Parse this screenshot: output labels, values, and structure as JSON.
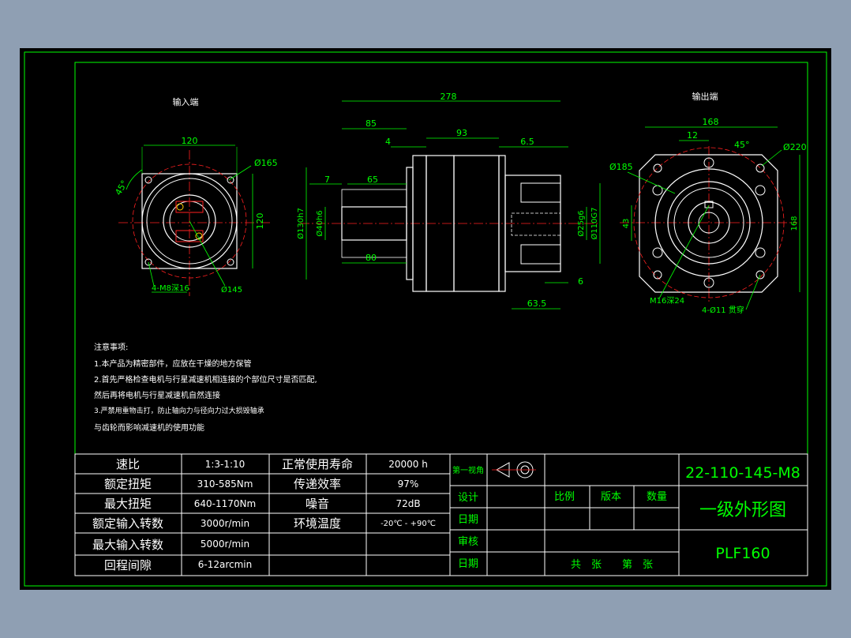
{
  "colors": {
    "background": "#8f9fb3",
    "sheet": "#000000",
    "frame": "#00ff00",
    "geometry": "#ffffff",
    "dimensions": "#00ff00",
    "centerlines": "#ff2020",
    "table_text": "#ffffff",
    "titleblock_text": "#00ff00"
  },
  "views": {
    "input_label": "输入端",
    "output_label": "输出端",
    "input": {
      "dim_width": "120",
      "dim_height": "120",
      "dim_pcd": "Ø165",
      "dim_bolt_circle": "Ø145",
      "dim_angle": "45°",
      "dim_holes": "4-M8深16"
    },
    "side": {
      "dim_total": "278",
      "dim_85": "85",
      "dim_93": "93",
      "dim_4": "4",
      "dim_6_5": "6.5",
      "dim_7": "7",
      "dim_65": "65",
      "dim_80": "80",
      "dim_6": "6",
      "dim_63_5": "63.5",
      "dim_d130": "Ø130h7",
      "dim_d40": "Ø40h6",
      "dim_d25": "Ø25g6",
      "dim_d110": "Ø110G7"
    },
    "output": {
      "dim_168": "168",
      "dim_12": "12",
      "dim_angle": "45°",
      "dim_d220": "Ø220",
      "dim_d185": "Ø185",
      "dim_43": "43",
      "dim_168v": "168",
      "dim_m16": "M16深24",
      "dim_holes": "4-Ø11 贯穿"
    }
  },
  "notes": {
    "title": "注意事项:",
    "lines": [
      "1.本产品为精密部件，应放在干燥的地方保管",
      "2.首先严格检查电机与行星减速机相连接的个部位尺寸是否匹配,",
      "然后再将电机与行星减速机自然连接",
      "3.严禁用重物击打，防止轴向力与径向力过大损毁轴承",
      "与齿轮而影响减速机的使用功能"
    ]
  },
  "spec_table": {
    "rows": [
      {
        "label": "速比",
        "value": "1:3-1:10",
        "label2": "正常使用寿命",
        "value2": "20000 h"
      },
      {
        "label": "额定扭矩",
        "value": "310-585Nm",
        "label2": "传递效率",
        "value2": "97%"
      },
      {
        "label": "最大扭矩",
        "value": "640-1170Nm",
        "label2": "噪音",
        "value2": "72dB"
      },
      {
        "label": "额定输入转数",
        "value": "3000r/min",
        "label2": "环境温度",
        "value2": "-20℃ - +90℃"
      },
      {
        "label": "最大输入转数",
        "value": "5000r/min",
        "label2": "",
        "value2": ""
      },
      {
        "label": "回程间隙",
        "value": "6-12arcmin",
        "label2": "",
        "value2": ""
      }
    ]
  },
  "title_block": {
    "projection": "第一视角",
    "design": "设计",
    "date1": "日期",
    "review": "审核",
    "date2": "日期",
    "scale": "比例",
    "version": "版本",
    "quantity": "数量",
    "sheets": "共　张　　第　张",
    "drawing_no": "22-110-145-M8",
    "drawing_title": "一级外形图",
    "model": "PLF160"
  }
}
